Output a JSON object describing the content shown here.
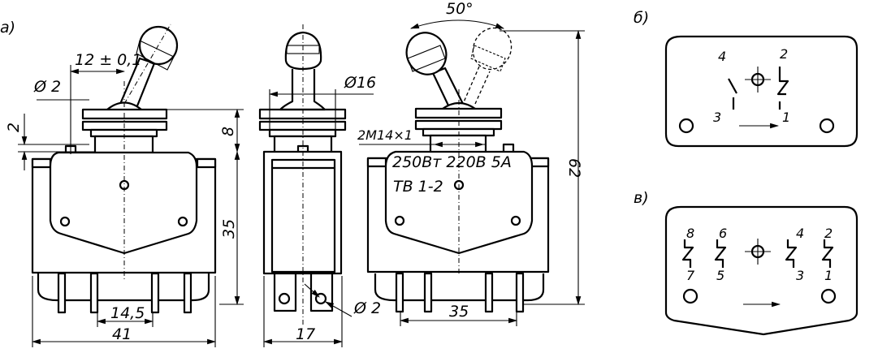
{
  "views": {
    "a": {
      "label": "а)",
      "dims": {
        "d2_top": "2",
        "dia_pin": "Ø 2",
        "offset": "12 ± 0,1",
        "h8": "8",
        "h35": "35",
        "pitch": "14,5",
        "width": "41"
      }
    },
    "side": {
      "dims": {
        "dia16": "Ø16",
        "dia2": "Ø 2",
        "width": "17"
      }
    },
    "front": {
      "dims": {
        "angle": "50°",
        "thread": "2М14×1",
        "height": "62",
        "pitch": "35"
      },
      "marking_line1": "250Вт 220В  5А",
      "marking_line2": "ТВ 1-2"
    },
    "b": {
      "label": "б)",
      "terminals": [
        "4",
        "2",
        "3",
        "1"
      ]
    },
    "v": {
      "label": "в)",
      "terminals_top": [
        "8",
        "6",
        "4",
        "2"
      ],
      "terminals_bottom": [
        "7",
        "5",
        "3",
        "1"
      ]
    }
  }
}
